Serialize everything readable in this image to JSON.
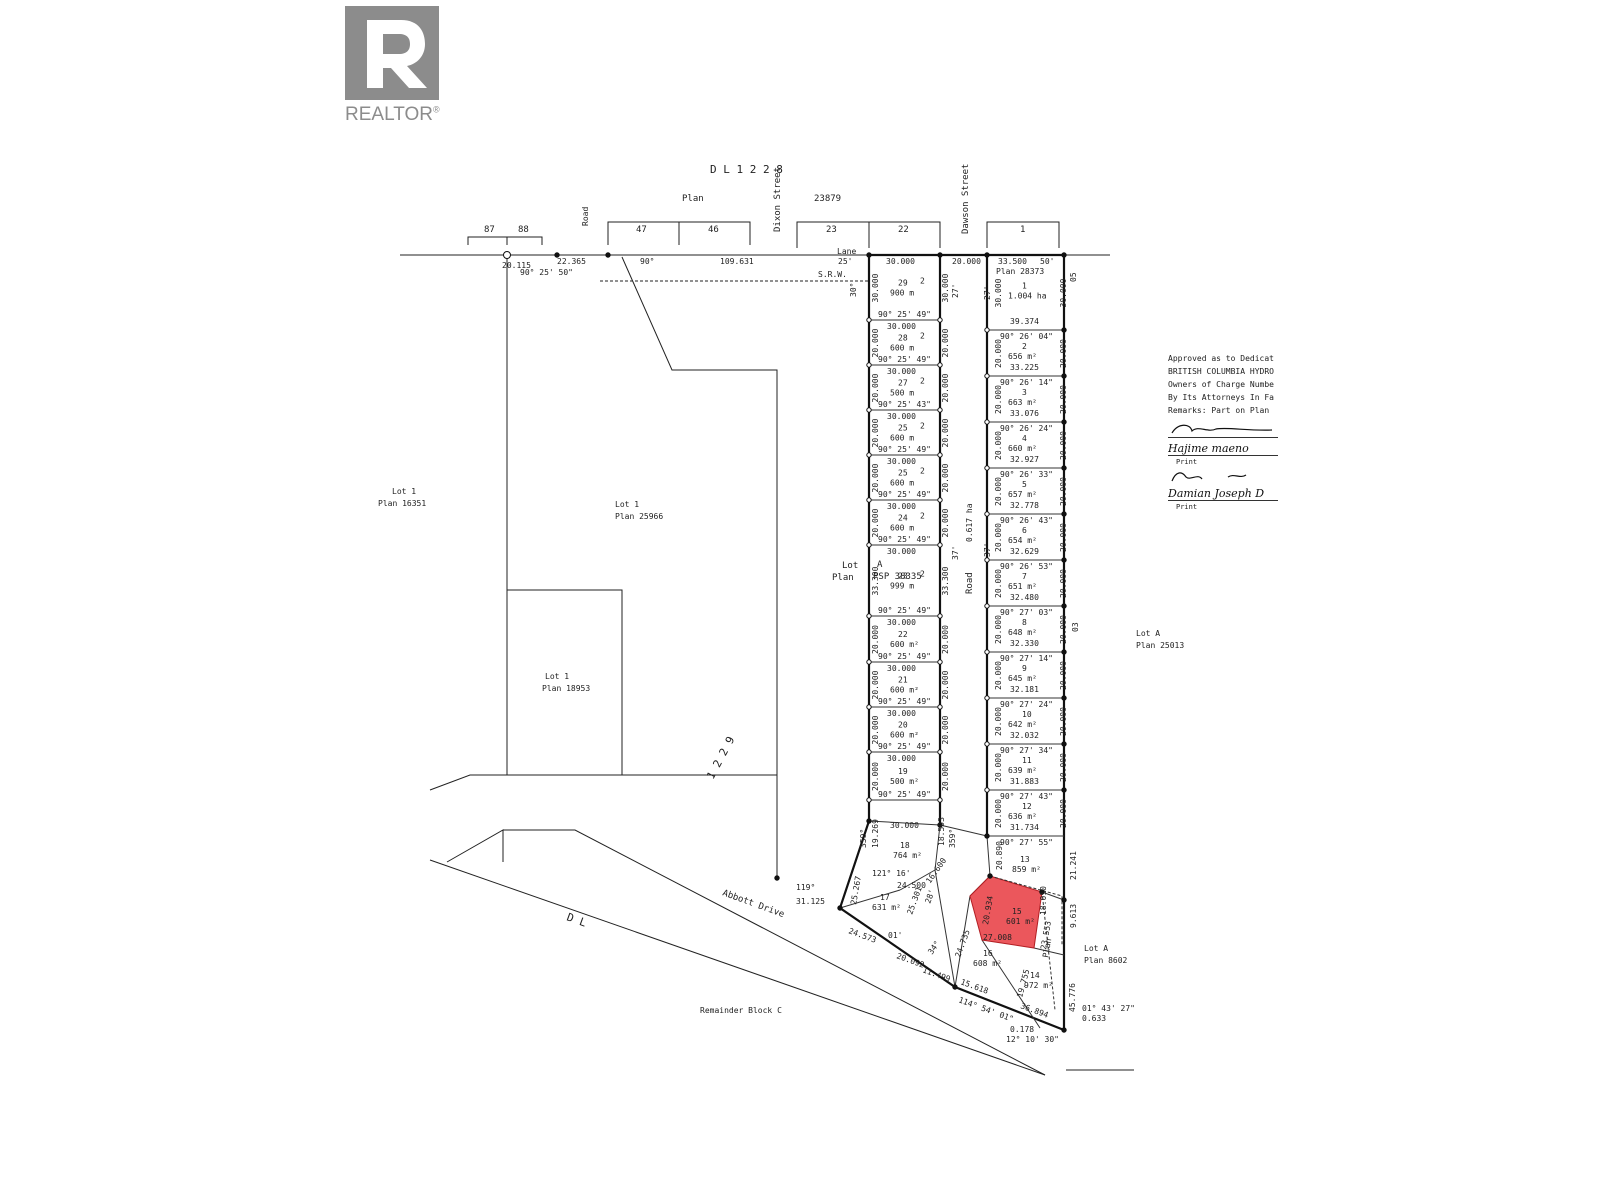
{
  "logo": {
    "text": "REALTOR",
    "mark": "®"
  },
  "header": {
    "dl_top": "D L   1 2 2 8",
    "plan_top": "Plan",
    "plan_top_no": "23879"
  },
  "streets": {
    "dixon": "Dixon Street",
    "dawson": "Dawson Street",
    "road_left": "Road",
    "lane": "Lane",
    "srw": "S.R.W.",
    "road_centre": "Road",
    "road_area": "0.617 ha",
    "abbott": "Abbott Drive"
  },
  "top_lots": [
    {
      "label": "87"
    },
    {
      "label": "88"
    },
    {
      "label": "47"
    },
    {
      "label": "46"
    },
    {
      "label": "23"
    },
    {
      "label": "22"
    },
    {
      "label": "1"
    }
  ],
  "top_dims": {
    "a": "20.115",
    "b": "22.365",
    "c": "90° 25' 50\"",
    "d": "90°",
    "e": "109.631",
    "f": "25'",
    "g": "30.000",
    "h": "20.000",
    "i": "33.500",
    "j": "50'",
    "k": "Plan 28373",
    "l": "05"
  },
  "parcels": {
    "lot1_16351": [
      "Lot 1",
      "Plan 16351"
    ],
    "lot1_25966": [
      "Lot 1",
      "Plan 25966"
    ],
    "lot1_18953": [
      "Lot 1",
      "Plan 18953"
    ],
    "lotA_25013": [
      "Lot A",
      "Plan 25013"
    ],
    "lotA_8602": [
      "Lot A",
      "Plan 8602"
    ],
    "remainder": [
      "Remainder Block C"
    ],
    "dl_bottom": [
      "D L"
    ],
    "dl_1229": [
      "1 2 2 9"
    ],
    "lot_plan": [
      "Lot",
      "Plan"
    ],
    "parcel_a": [
      "A",
      "PSP 38335"
    ]
  },
  "left_column": [
    {
      "lot": "29",
      "area": "900 m",
      "sup": "2",
      "width": "30.000",
      "angle": "90° 25' 49\"",
      "depth": "30.000"
    },
    {
      "lot": "28",
      "area": "600 m",
      "sup": "2",
      "width": "30.000",
      "angle": "90° 25' 49\"",
      "depth": "20.000"
    },
    {
      "lot": "27",
      "area": "500 m",
      "sup": "2",
      "width": "30.000",
      "angle": "90° 25' 43\"",
      "depth": "20.000"
    },
    {
      "lot": "25",
      "area": "600 m",
      "sup": "2",
      "width": "30.000",
      "angle": "90° 25' 49\"",
      "depth": "20.000"
    },
    {
      "lot": "25",
      "area": "600 m",
      "sup": "2",
      "width": "30.000",
      "angle": "90° 25' 49\"",
      "depth": "20.000"
    },
    {
      "lot": "24",
      "area": "600 m",
      "sup": "2",
      "width": "30.000",
      "angle": "90° 25' 49\"",
      "depth": "20.000"
    },
    {
      "lot": "23",
      "area": "999 m",
      "sup": "2",
      "width": "30.000",
      "angle": "90° 25' 49\"",
      "depth": "33.300"
    },
    {
      "lot": "22",
      "area": "600 m²",
      "sup": "",
      "width": "30.000",
      "angle": "90° 25' 49\"",
      "depth": "20.000"
    },
    {
      "lot": "21",
      "area": "600 m²",
      "sup": "",
      "width": "30.000",
      "angle": "90° 25' 49\"",
      "depth": "20.000"
    },
    {
      "lot": "20",
      "area": "600 m²",
      "sup": "",
      "width": "30.000",
      "angle": "90° 25' 49\"",
      "depth": "20.000"
    },
    {
      "lot": "19",
      "area": "500 m²",
      "sup": "",
      "width": "30.000",
      "angle": "90° 25' 49\"",
      "depth": "20.000"
    }
  ],
  "right_column": [
    {
      "lot": "1",
      "area": "1.004 ha",
      "width": "39.374",
      "angle": "90° 26' 04\"",
      "depth": "30.000"
    },
    {
      "lot": "2",
      "area": "656 m²",
      "width": "33.225",
      "angle": "90° 26' 14\"",
      "depth": "20.000"
    },
    {
      "lot": "3",
      "area": "663 m²",
      "width": "33.076",
      "angle": "90° 26' 24\"",
      "depth": "20.000"
    },
    {
      "lot": "4",
      "area": "660 m²",
      "width": "32.927",
      "angle": "90° 26' 33\"",
      "depth": "20.000"
    },
    {
      "lot": "5",
      "area": "657 m²",
      "width": "32.778",
      "angle": "90° 26' 43\"",
      "depth": "20.000"
    },
    {
      "lot": "6",
      "area": "654 m²",
      "width": "32.629",
      "angle": "90° 26' 53\"",
      "depth": "20.000"
    },
    {
      "lot": "7",
      "area": "651 m²",
      "width": "32.480",
      "angle": "90° 27' 03\"",
      "depth": "20.000"
    },
    {
      "lot": "8",
      "area": "648 m²",
      "width": "32.330",
      "angle": "90° 27' 14\"",
      "depth": "20.000"
    },
    {
      "lot": "9",
      "area": "645 m²",
      "width": "32.181",
      "angle": "90° 27' 24\"",
      "depth": "20.000"
    },
    {
      "lot": "10",
      "area": "642 m²",
      "width": "32.032",
      "angle": "90° 27' 34\"",
      "depth": "20.000"
    },
    {
      "lot": "11",
      "area": "639 m²",
      "width": "31.883",
      "angle": "90° 27' 43\"",
      "depth": "20.000"
    },
    {
      "lot": "12",
      "area": "636 m²",
      "width": "31.734",
      "angle": "90° 27' 55\"",
      "depth": "20.000"
    }
  ],
  "bottom_lots": {
    "l18": {
      "lot": "18",
      "area": "764 m²",
      "width": "30.000",
      "d1": "19.269",
      "d2": "18.593",
      "a1": "359°",
      "a2": "359°"
    },
    "l17": {
      "lot": "17",
      "area": "631 m²",
      "d1": "25.267",
      "d2": "24.500",
      "d3": "25.301",
      "d4": "16.600",
      "a1": "121° 16'",
      "a2": "28'"
    },
    "l16": {
      "lot": "16",
      "area": "608 m²",
      "d1": "24.735",
      "d2": "27.008",
      "d3": "19.755"
    },
    "l15": {
      "lot": "15",
      "area": "601 m²",
      "d1": "20.934",
      "d2": "18.010",
      "d3": "23.553"
    },
    "l14": {
      "lot": "14",
      "area": "972 m²",
      "d1": "45.776"
    },
    "l13": {
      "lot": "13",
      "area": "859 m²",
      "d1": "20.890",
      "d2": "21.241",
      "d3": "9.613"
    },
    "frontage": {
      "a": "119°",
      "b": "31.125",
      "c": "24.573",
      "d": "20.092",
      "e": "11.499",
      "f": "15.618",
      "g": "36.894",
      "h": "114° 54' 01\"",
      "i": "0.178",
      "j": "12° 10' 30\"",
      "k": "01° 43' 27\"",
      "l": "0.633",
      "m": "34°",
      "n": "01'",
      "o": "30°",
      "p": "37'",
      "q": "37'",
      "r": "27'",
      "s": "27'",
      "t": "03",
      "u": "Plan"
    }
  },
  "approval": {
    "line1": "Approved as to Dedicat",
    "line2": "BRITISH COLUMBIA HYDRO",
    "line3": "Owners of Charge Numbe",
    "line4": "By Its Attorneys In Fa",
    "line5": "Remarks: Part on Plan",
    "sig1": "Hajime maeno",
    "sig2": "Damian Joseph D",
    "print": "Print"
  },
  "colors": {
    "highlight": "#e8393f",
    "line": "#222222",
    "logo": "#8c8c8c"
  }
}
